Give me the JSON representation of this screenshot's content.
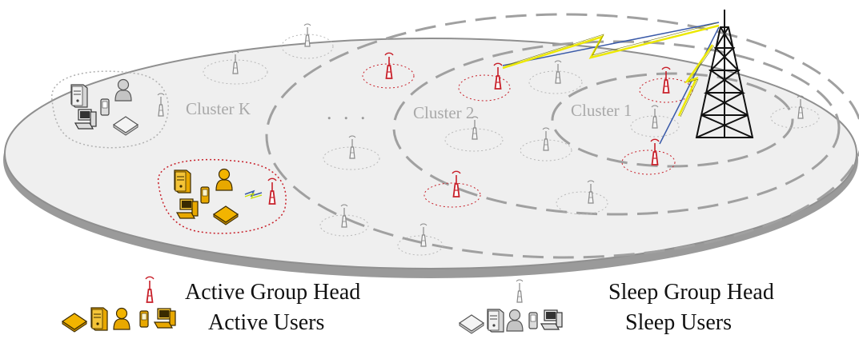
{
  "clusters": [
    {
      "id": "cluster-k",
      "label": "Cluster K"
    },
    {
      "id": "cluster-2",
      "label": "Cluster 2"
    },
    {
      "id": "cluster-1",
      "label": "Cluster 1"
    }
  ],
  "ellipsis": ". . .",
  "legend": {
    "active_group_head": "Active Group Head",
    "active_users": "Active Users",
    "sleep_group_head": "Sleep Group Head",
    "sleep_users": "Sleep Users"
  },
  "colors": {
    "active": "#c8202a",
    "sleep": "#9a9a9a",
    "device_gold": "#e8a800",
    "lightning": "#e8e800",
    "link_blue": "#3a5aa8",
    "plane_fill": "#eeeeee",
    "plane_edge": "#9b9b9b"
  },
  "icons": [
    "base-station-tower-icon",
    "antenna-icon",
    "server-icon",
    "laptop-icon",
    "user-icon",
    "phone-icon",
    "desktop-pc-icon",
    "lightning-link-icon"
  ]
}
